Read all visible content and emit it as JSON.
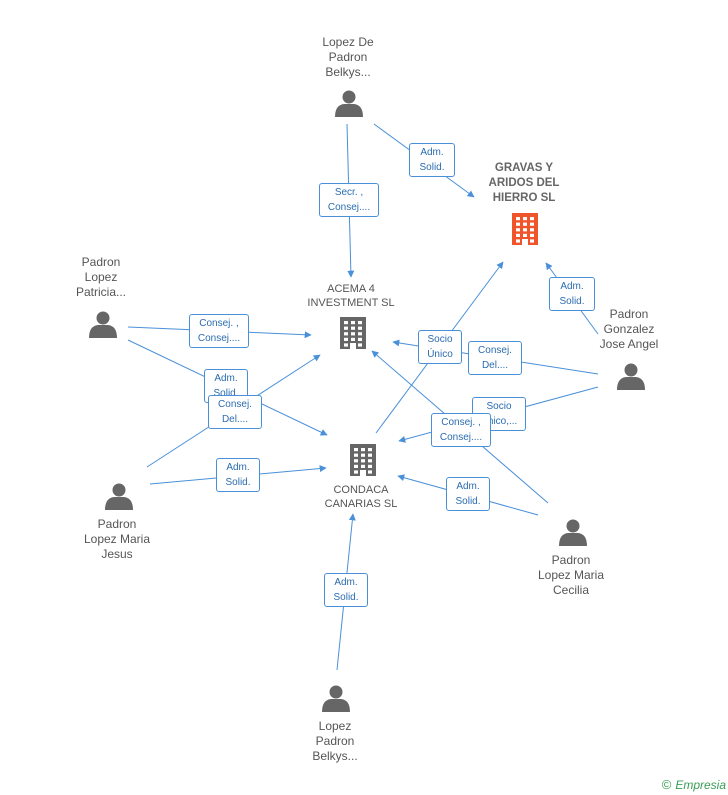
{
  "companies": {
    "gravas": {
      "label_lines": [
        "GRAVAS Y",
        "ARIDOS DEL",
        "HIERRO SL"
      ],
      "color": "#f0542a"
    },
    "acema": {
      "label_lines": [
        "ACEMA 4",
        "INVESTMENT  SL"
      ],
      "color": "#666666"
    },
    "condaca": {
      "label_lines": [
        "CONDACA",
        "CANARIAS  SL"
      ],
      "color": "#666666"
    }
  },
  "persons": {
    "belkys_top": {
      "label_lines": [
        "Lopez De",
        "Padron",
        "Belkys..."
      ]
    },
    "patricia": {
      "label_lines": [
        "Padron",
        "Lopez",
        "Patricia..."
      ]
    },
    "jose_angel": {
      "label_lines": [
        "Padron",
        "Gonzalez",
        "Jose Angel"
      ]
    },
    "maria_jesus": {
      "label_lines": [
        "Padron",
        "Lopez Maria",
        "Jesus"
      ]
    },
    "maria_cecilia": {
      "label_lines": [
        "Padron",
        "Lopez Maria",
        "Cecilia"
      ]
    },
    "belkys_bottom": {
      "label_lines": [
        "Lopez",
        "Padron",
        "Belkys..."
      ]
    }
  },
  "edge_labels": {
    "belkys_top_gravas": [
      "Adm.",
      "Solid."
    ],
    "belkys_top_acema": [
      "Secr. ,",
      "Consej...."
    ],
    "patricia_acema": [
      "Consej. ,",
      "Consej...."
    ],
    "patricia_condaca": [
      "Adm.",
      "Solid."
    ],
    "jesus_acema": [
      "Consej.",
      "Del...."
    ],
    "jesus_condaca": [
      "Adm.",
      "Solid."
    ],
    "jose_gravas": [
      "Adm.",
      "Solid."
    ],
    "jose_acema": [
      "Consej.",
      "Del...."
    ],
    "jose_condaca": [
      "Socio",
      "Único,..."
    ],
    "condaca_gravas": [
      "Socio",
      "Único"
    ],
    "cecilia_acema": [
      "Consej. ,",
      "Consej...."
    ],
    "cecilia_condaca": [
      "Adm.",
      "Solid."
    ],
    "belkys_bottom_condaca": [
      "Adm.",
      "Solid."
    ]
  },
  "colors": {
    "edge": "#4a90d9",
    "person_icon": "#666666",
    "label_text": "#555555"
  },
  "footer": {
    "copyright": "©",
    "brand": "Empresia"
  }
}
